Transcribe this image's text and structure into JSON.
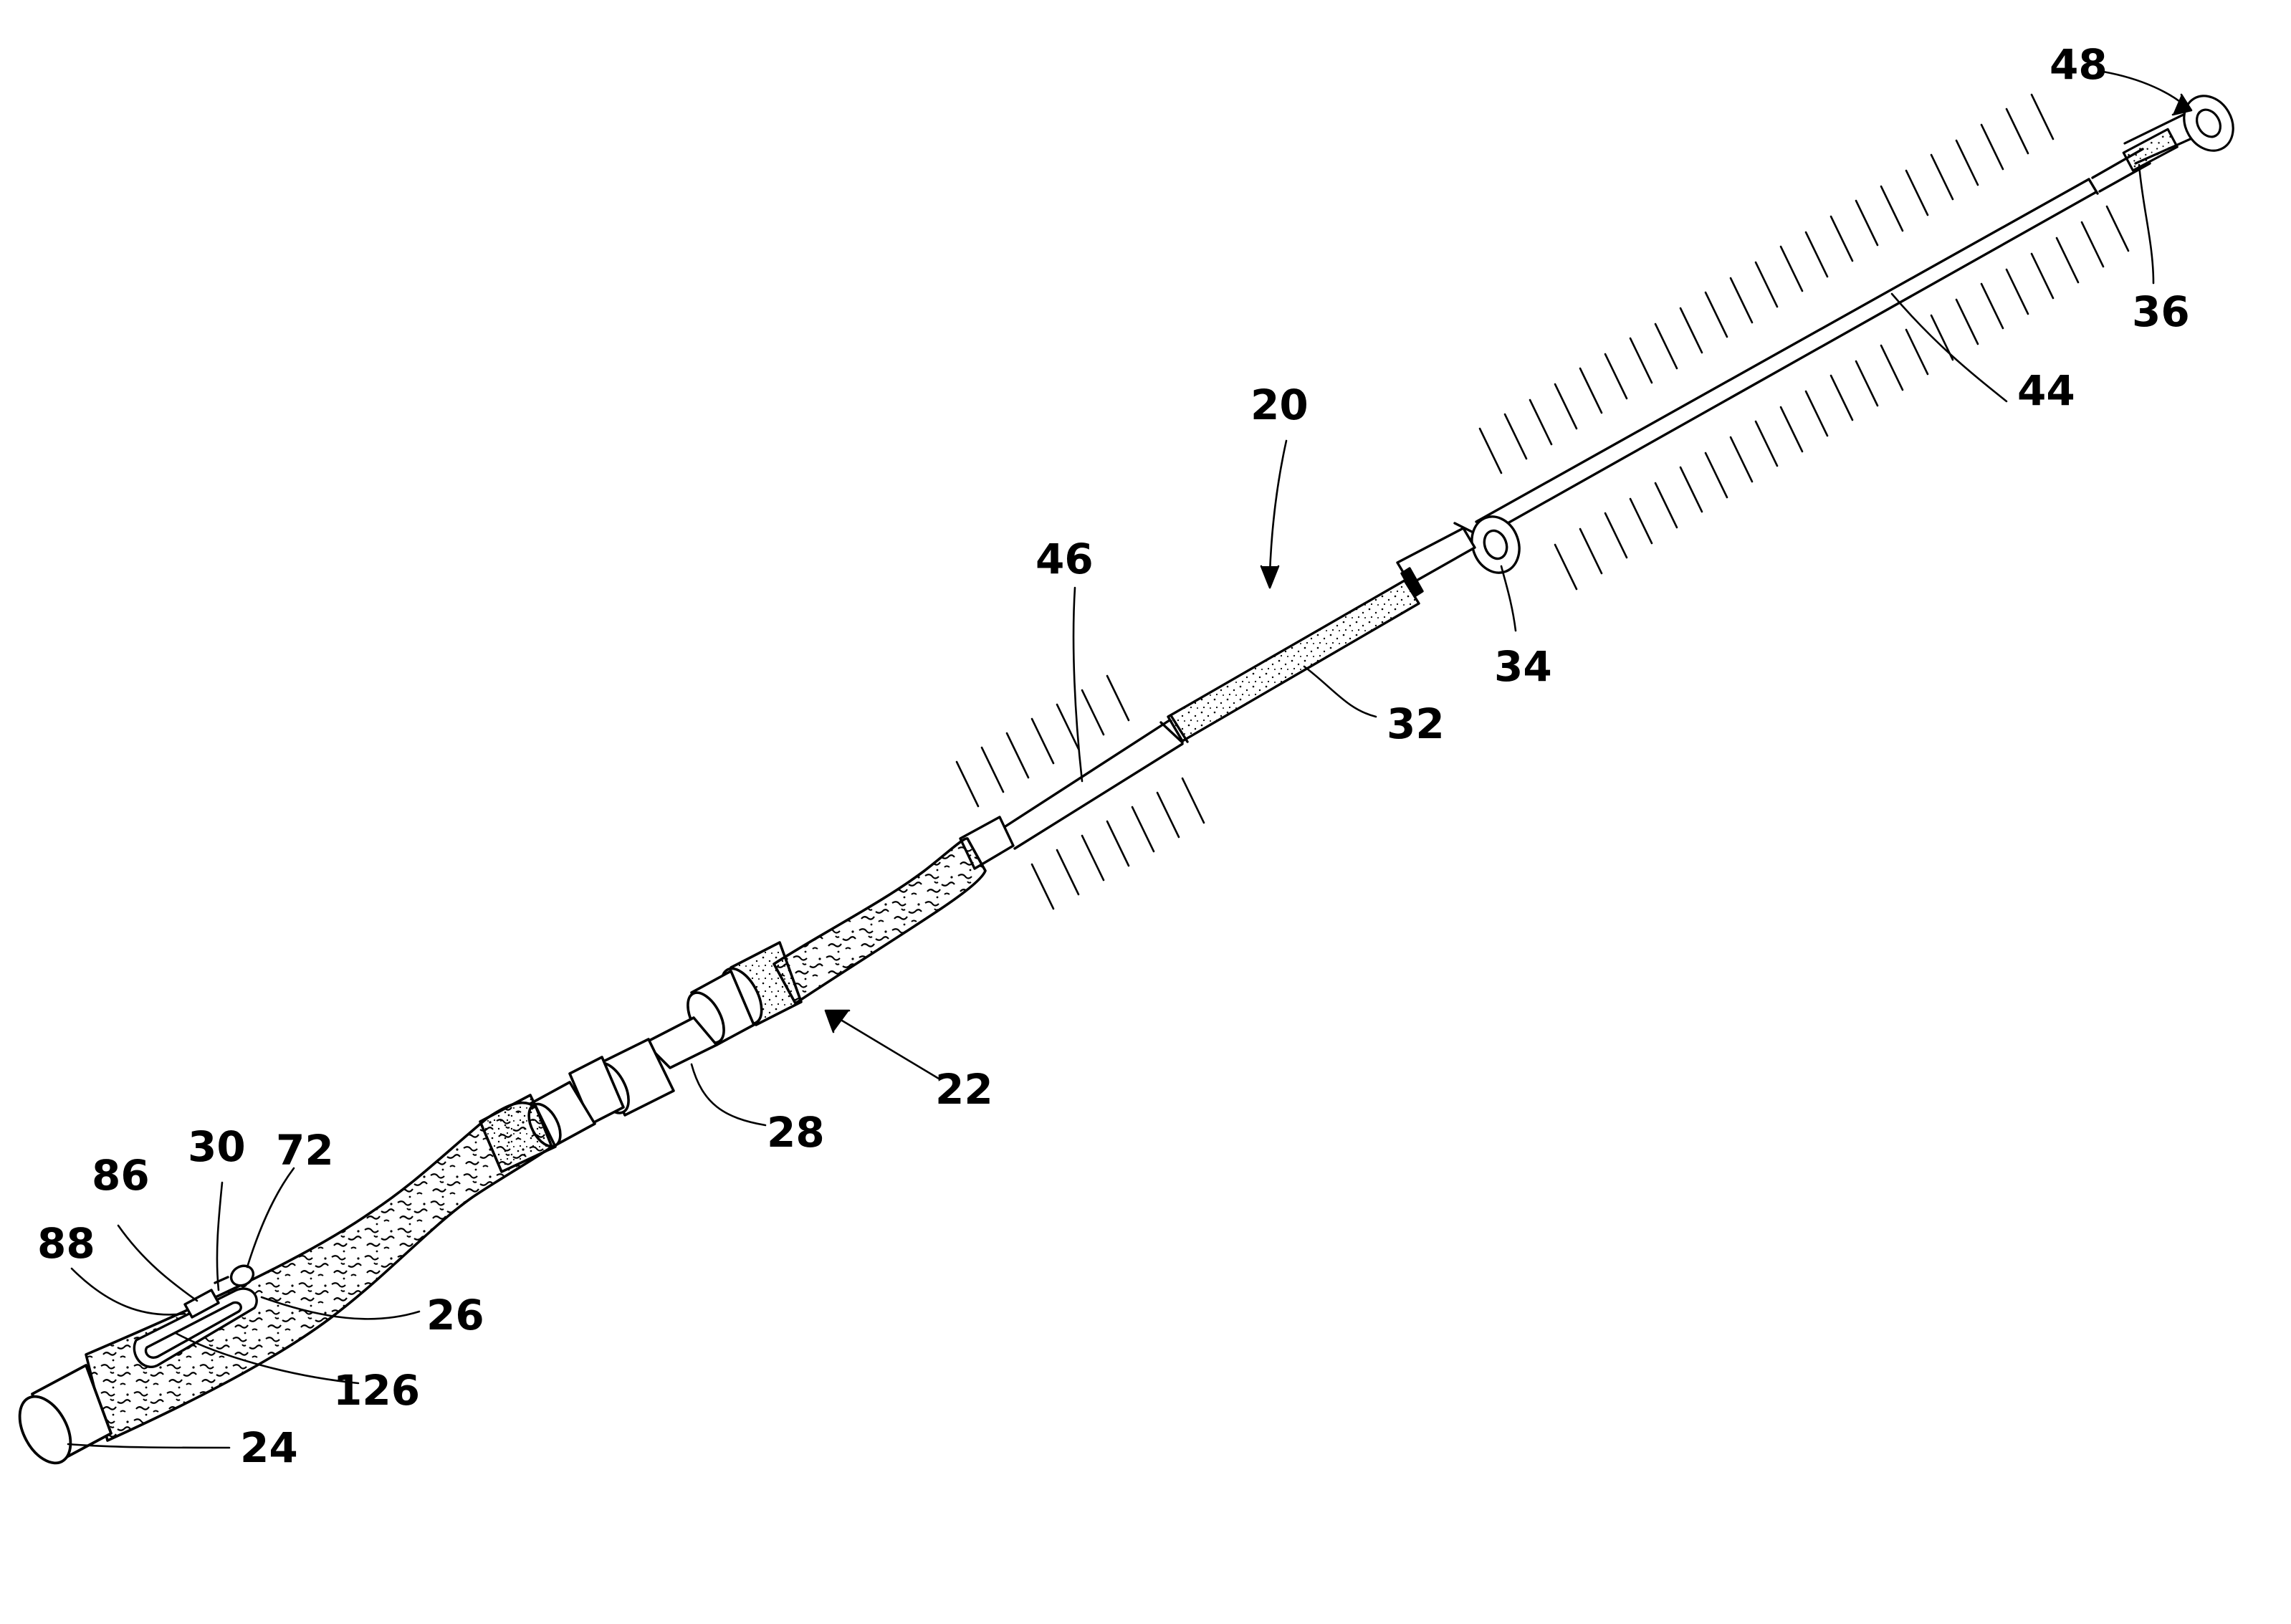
{
  "figure": {
    "subject": "fishing rod",
    "ink_color": "#000000",
    "background_color": "#ffffff"
  },
  "labels": {
    "rod": "20",
    "handle_assembly": "22",
    "butt_cap": "24",
    "rear_grip": "26",
    "reel_seat": "28",
    "switch": "30",
    "blank": "32",
    "guide": "34",
    "tip_top": "36",
    "line_section": "44",
    "butt_section": "46",
    "tip_ring": "48",
    "indicator": "72",
    "button": "86",
    "slot": "88",
    "housing": "126"
  }
}
